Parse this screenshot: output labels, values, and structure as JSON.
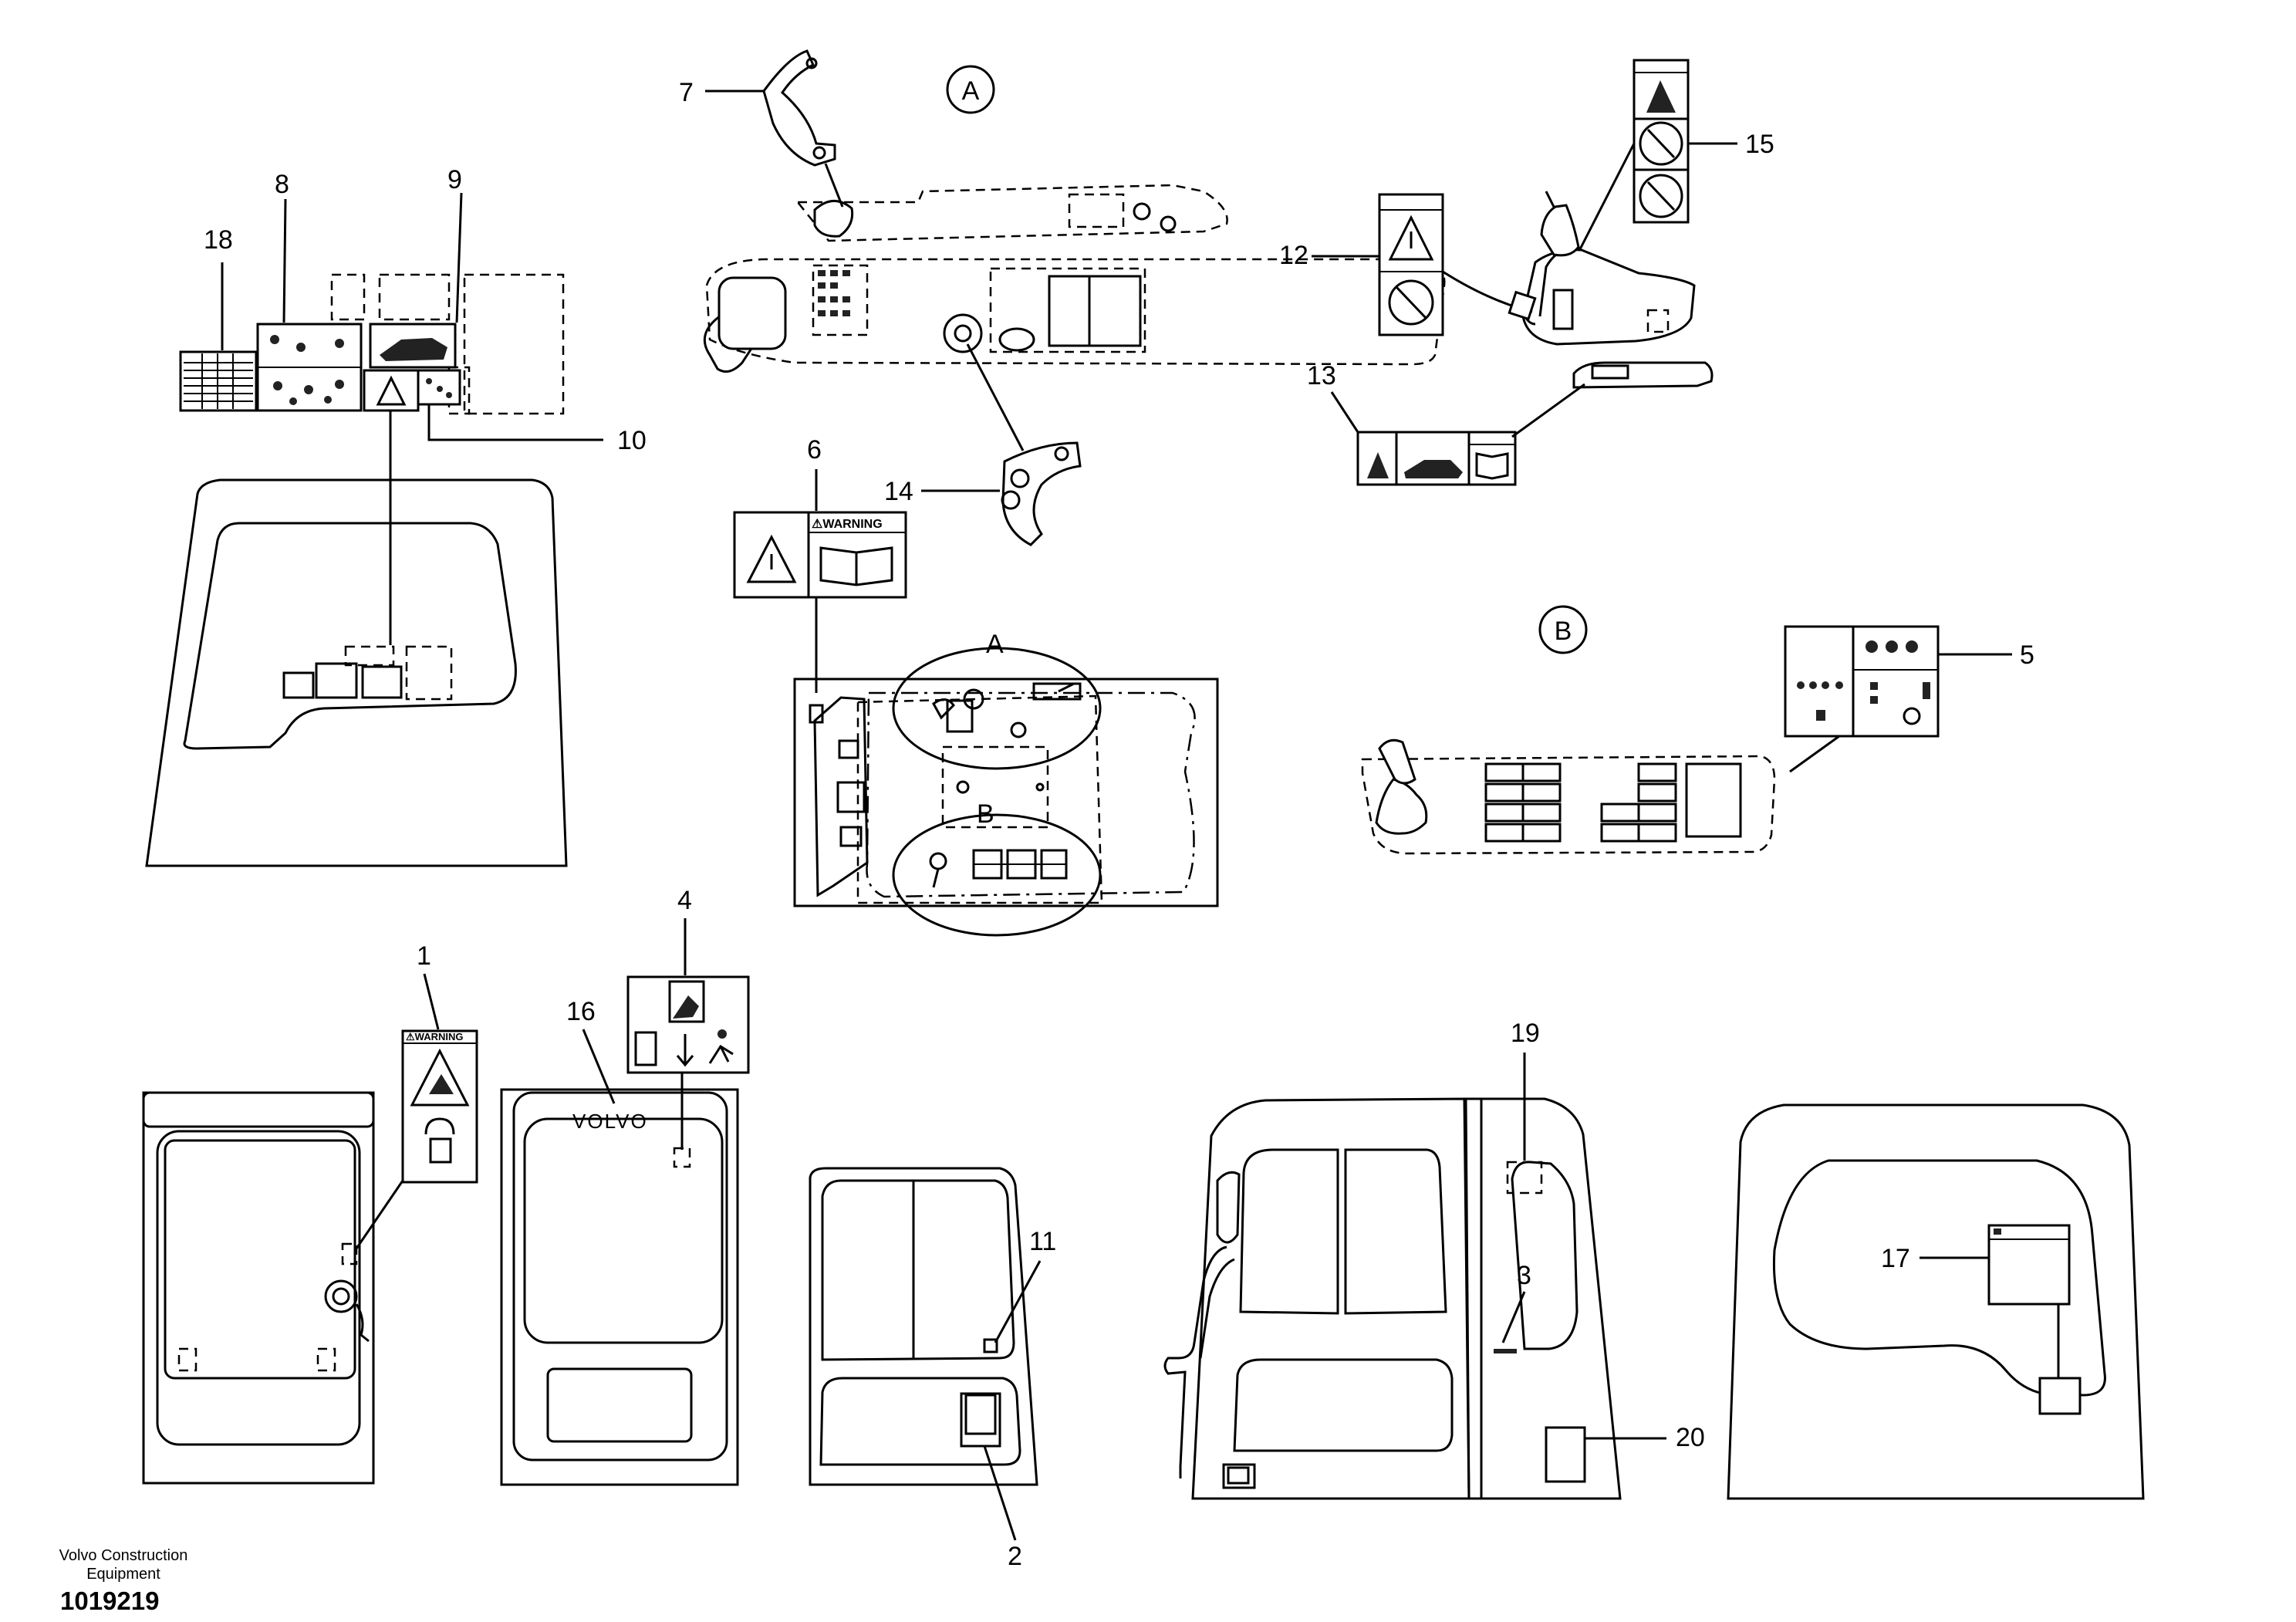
{
  "callouts": {
    "n1": "1",
    "n2": "2",
    "n3": "3",
    "n4": "4",
    "n5": "5",
    "n6": "6",
    "n7": "7",
    "n8": "8",
    "n9": "9",
    "n10": "10",
    "n11": "11",
    "n12": "12",
    "n13": "13",
    "n14": "14",
    "n15": "15",
    "n16": "16",
    "n17": "17",
    "n18": "18",
    "n19": "19",
    "n20": "20"
  },
  "views": {
    "a": "A",
    "b": "B"
  },
  "decal_text": {
    "warning": "⚠WARNING",
    "brand": "VOLVO"
  },
  "footer": {
    "company_line1": "Volvo Construction",
    "company_line2": "Equipment",
    "doc_number": "1019219"
  }
}
